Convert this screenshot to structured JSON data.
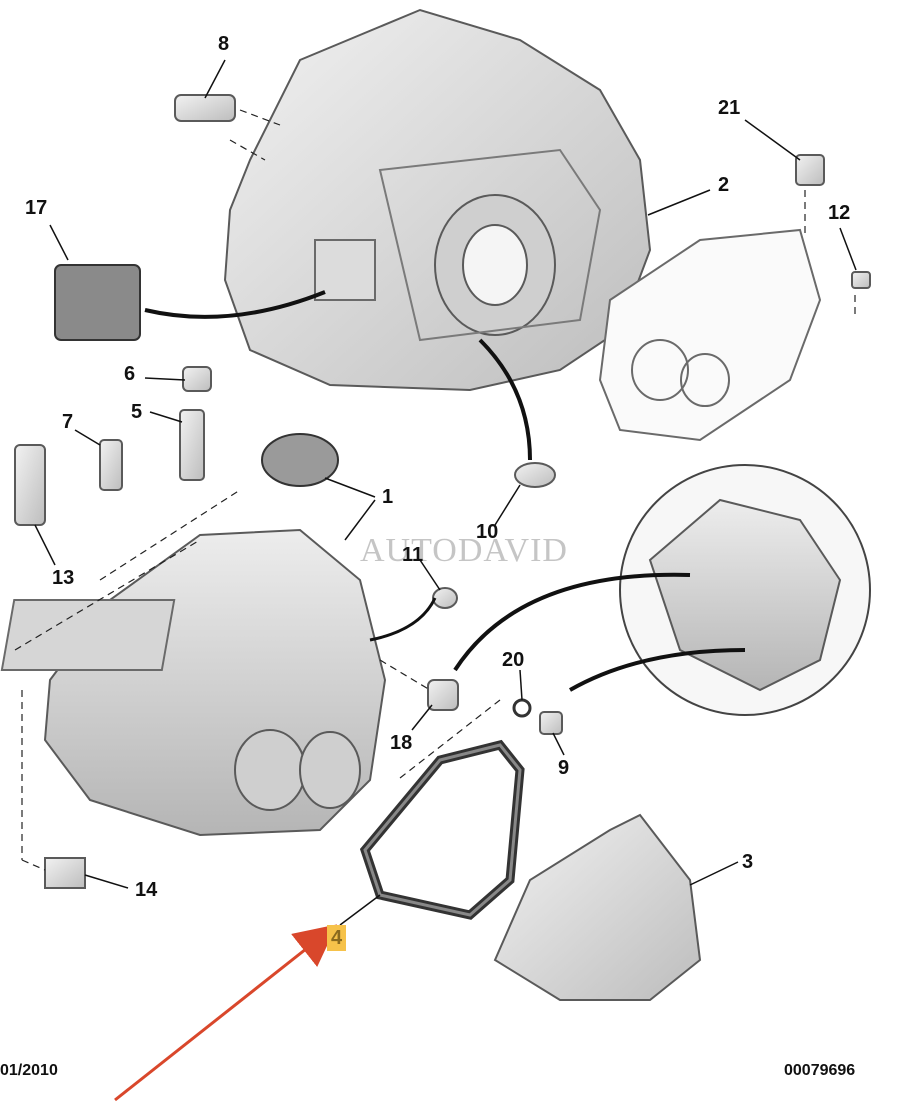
{
  "callouts": {
    "c1": "1",
    "c2": "2",
    "c3": "3",
    "c4": "4",
    "c5": "5",
    "c6": "6",
    "c7": "7",
    "c8": "8",
    "c9": "9",
    "c10": "10",
    "c11": "11",
    "c12": "12",
    "c13": "13",
    "c14": "14",
    "c17": "17",
    "c18": "18",
    "c20": "20",
    "c21": "21"
  },
  "watermark": "AUTODAVID",
  "footer": {
    "date": "01/2010",
    "ref": "00079696"
  },
  "colors": {
    "part_fill": "#e2e2e2",
    "part_stroke": "#5a5a5a",
    "highlight": "#f6c24a",
    "arrow": "#d9472b"
  }
}
